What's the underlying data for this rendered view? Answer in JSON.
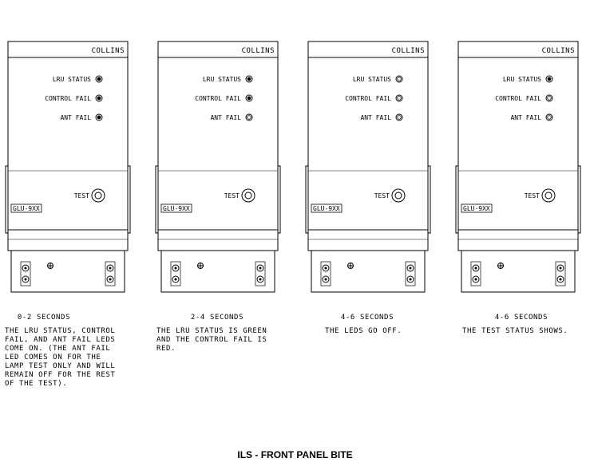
{
  "brand": "COLLINS",
  "led_labels": [
    "LRU STATUS",
    "CONTROL FAIL",
    "ANT FAIL"
  ],
  "test_label": "TEST",
  "model_label": "GLU-9XX",
  "panels": [
    {
      "leds": [
        "filled",
        "filled",
        "filled"
      ],
      "heading": "0-2 SECONDS",
      "text": "THE LRU STATUS, CONTROL\nFAIL, AND ANT FAIL LEDS\nCOME ON. (THE ANT FAIL\nLED COMES ON FOR THE\nLAMP TEST ONLY AND WILL\nREMAIN OFF FOR THE REST\nOF THE TEST)."
    },
    {
      "leds": [
        "filled",
        "filled",
        "open"
      ],
      "heading": "2-4 SECONDS",
      "text": "THE LRU STATUS IS GREEN\nAND THE CONTROL FAIL IS\nRED."
    },
    {
      "leds": [
        "open",
        "open",
        "open"
      ],
      "heading": "4-6 SECONDS",
      "text": "THE LEDS GO OFF."
    },
    {
      "leds": [
        "filled",
        "open",
        "open"
      ],
      "heading": "4-6 SECONDS",
      "text": "THE TEST STATUS SHOWS."
    }
  ],
  "figure_title": "ILS - FRONT PANEL BITE"
}
